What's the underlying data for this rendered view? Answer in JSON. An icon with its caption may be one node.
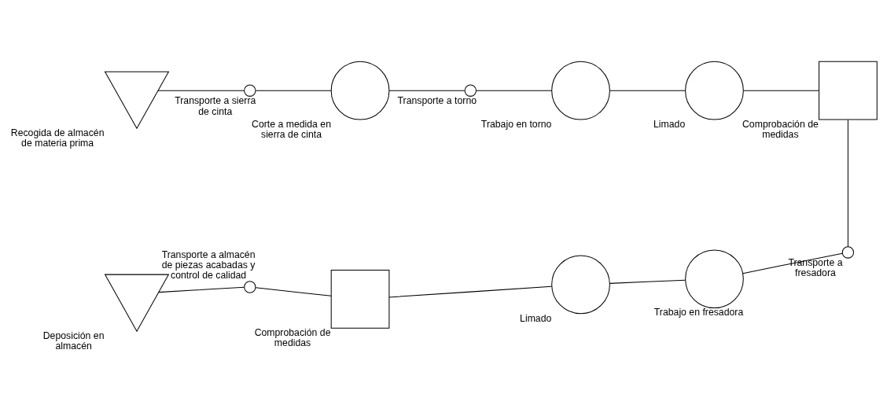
{
  "diagram": {
    "nodes": [
      {
        "text": [],
        "shape": "triangle",
        "beside": [
          "Recogida de almacén de materia prima"
        ]
      },
      {
        "text": [],
        "shape": "circle",
        "beside": [
          "Transporte a sierra de cinta"
        ]
      },
      {
        "text": [],
        "shape": "circle",
        "beside": [
          "Corte a medida en sierra de cinta"
        ]
      },
      {
        "text": [],
        "shape": "circle",
        "beside": [
          "Transporte a torno"
        ]
      },
      {
        "text": [],
        "shape": "circle",
        "beside": [
          "Trabajo en torno"
        ]
      },
      {
        "text": [],
        "shape": "circle",
        "beside": [
          "Limado"
        ]
      },
      {
        "text": [],
        "shape": "box",
        "beside": [
          "Comprobación de medidas"
        ]
      },
      {
        "text": [],
        "shape": "circle",
        "beside": [
          "Transporte a fresadora"
        ]
      },
      {
        "text": [],
        "shape": "circle",
        "beside": [
          "Trabajo en fresadora"
        ]
      },
      {
        "text": [],
        "shape": "circle",
        "beside": [
          "Limado"
        ]
      },
      {
        "text": [],
        "shape": "box",
        "beside": [
          "Comprobación de medidas"
        ]
      },
      {
        "text": [],
        "shape": "circle",
        "beside": [
          "Transporte a almacén de piezas acabadas y control de calidad"
        ]
      },
      {
        "text": [],
        "shape": "triangle",
        "beside": [
          "Deposición en almacén"
        ]
      }
    ],
    "edges": [
      {
        "from": 0,
        "to": 1,
        "arrow": "none"
      },
      {
        "from": 1,
        "to": 2,
        "arrow": "none"
      },
      {
        "from": 2,
        "to": 3,
        "arrow": "none"
      },
      {
        "from": 3,
        "to": 4,
        "arrow": "none"
      },
      {
        "from": 4,
        "to": 5,
        "arrow": "none"
      },
      {
        "from": 5,
        "to": 6,
        "arrow": "none"
      },
      {
        "from": 6,
        "to": 7,
        "arrow": "none"
      },
      {
        "from": 7,
        "to": 8,
        "arrow": "none"
      },
      {
        "from": 8,
        "to": 9,
        "arrow": "none"
      },
      {
        "from": 9,
        "to": 10,
        "arrow": "none"
      },
      {
        "from": 10,
        "to": 11,
        "arrow": "none"
      },
      {
        "from": 11,
        "to": 12,
        "arrow": "none"
      }
    ]
  }
}
